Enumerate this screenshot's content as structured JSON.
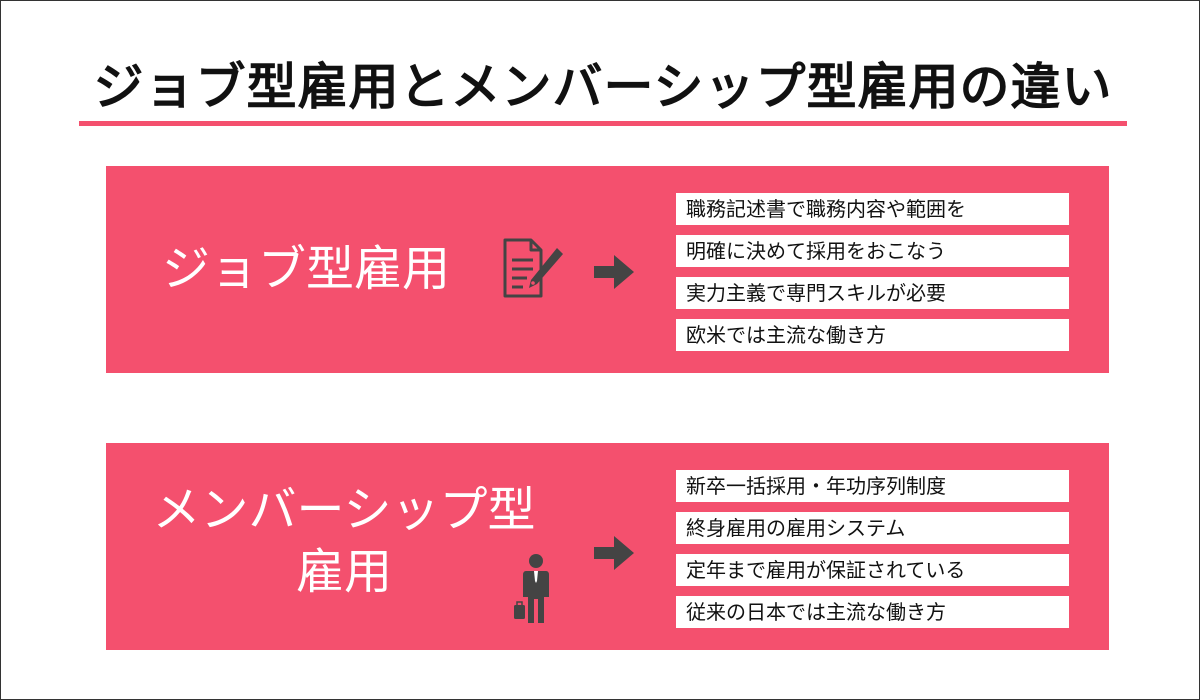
{
  "title": "ジョブ型雇用とメンバーシップ型雇用の違い",
  "job": {
    "label": "ジョブ型雇用",
    "icon": "document-pen-icon",
    "items": [
      "職務記述書で職務内容や範囲を",
      "明確に決めて採用をおこなう",
      "実力主義で専門スキルが必要",
      "欧米では主流な働き方"
    ]
  },
  "member": {
    "label_line1": "メンバーシップ型",
    "label_line2": "雇用",
    "icon": "businessperson-icon",
    "items": [
      "新卒一括採用・年功序列制度",
      "終身雇用の雇用システム",
      "定年まで雇用が保証されている",
      "従来の日本では主流な働き方"
    ]
  },
  "colors": {
    "accent": "#f4506e",
    "text": "#111111",
    "icon": "#444444",
    "background": "#ffffff"
  }
}
